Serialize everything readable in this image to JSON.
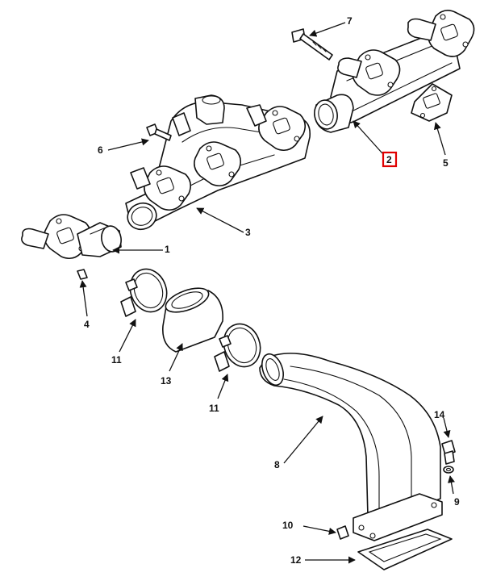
{
  "diagram": {
    "highlight_color": "#e00000",
    "line_color": "#111111",
    "callouts": [
      {
        "id": "c7",
        "label": "7"
      },
      {
        "id": "c6",
        "label": "6"
      },
      {
        "id": "c2",
        "label": "2",
        "highlighted": true
      },
      {
        "id": "c5",
        "label": "5"
      },
      {
        "id": "c3",
        "label": "3"
      },
      {
        "id": "c1",
        "label": "1"
      },
      {
        "id": "c4",
        "label": "4"
      },
      {
        "id": "c11a",
        "label": "11"
      },
      {
        "id": "c13",
        "label": "13"
      },
      {
        "id": "c11b",
        "label": "11"
      },
      {
        "id": "c14",
        "label": "14"
      },
      {
        "id": "c8",
        "label": "8"
      },
      {
        "id": "c9",
        "label": "9"
      },
      {
        "id": "c10",
        "label": "10"
      },
      {
        "id": "c12",
        "label": "12"
      }
    ]
  }
}
